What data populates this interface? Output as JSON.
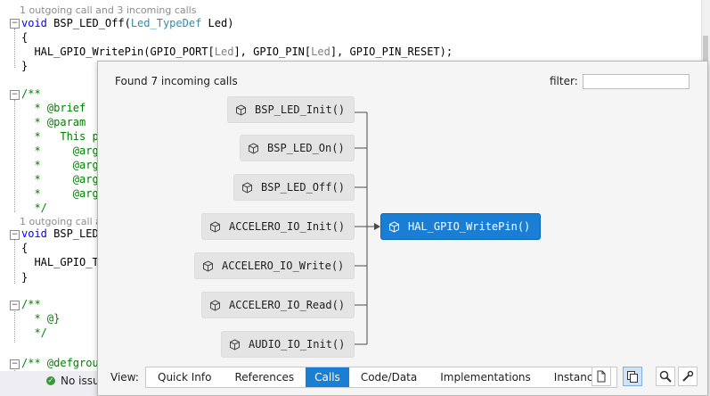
{
  "editor": {
    "codelens_1": "1 outgoing call and 3 incoming calls",
    "line_func_kw": "void",
    "line_func_name": " BSP_LED_Off(",
    "line_func_type": "Led_TypeDef",
    "line_func_param": " Led",
    "line_func_close": ")",
    "brace_open": "{",
    "call_prefix": "  HAL_GPIO_WritePin(GPIO_PORT[",
    "call_led1": "Led",
    "call_mid": "], GPIO_PIN[",
    "call_led2": "Led",
    "call_end": "], GPIO_PIN_RESET);",
    "brace_close": "}",
    "doc_open": "/**",
    "doc_brief": "  * @brief",
    "doc_param": "  * @param",
    "doc_this": "  *   This p",
    "doc_arg1": "  *     @arg",
    "doc_arg2": "  *     @arg",
    "doc_arg3": "  *     @arg",
    "doc_arg4": "  *     @arg",
    "doc_close": "  */",
    "codelens_2": "1 outgoing call a",
    "line2_kw": "void",
    "line2_name": " BSP_LED",
    "brace2_open": "{",
    "call2": "  HAL_GPIO_T",
    "brace2_close": "}",
    "doc2_open": "/**",
    "doc2_end": "  * @}",
    "doc2_close": "  */",
    "doc3": "/** @defgrou",
    "status_text": "No issues"
  },
  "popup": {
    "found_text": "Found 7 incoming calls",
    "filter_label": "filter:",
    "filter_value": "",
    "callers": [
      {
        "label": "BSP_LED_Init()"
      },
      {
        "label": "BSP_LED_On()"
      },
      {
        "label": "BSP_LED_Off()"
      },
      {
        "label": "ACCELERO_IO_Init()"
      },
      {
        "label": "ACCELERO_IO_Write()"
      },
      {
        "label": "ACCELERO_IO_Read()"
      },
      {
        "label": "AUDIO_IO_Init()"
      }
    ],
    "target": {
      "label": "HAL_GPIO_WritePin()"
    },
    "view_label": "View:",
    "tabs": [
      {
        "label": "Quick Info"
      },
      {
        "label": "References"
      },
      {
        "label": "Calls"
      },
      {
        "label": "Code/Data"
      },
      {
        "label": "Implementations"
      },
      {
        "label": "Instances"
      }
    ],
    "active_tab": "Calls",
    "toolbar_icons": [
      "document-icon",
      "copy-icon",
      "search-icon",
      "wrench-icon"
    ],
    "accent_color": "#1a7fd4"
  }
}
